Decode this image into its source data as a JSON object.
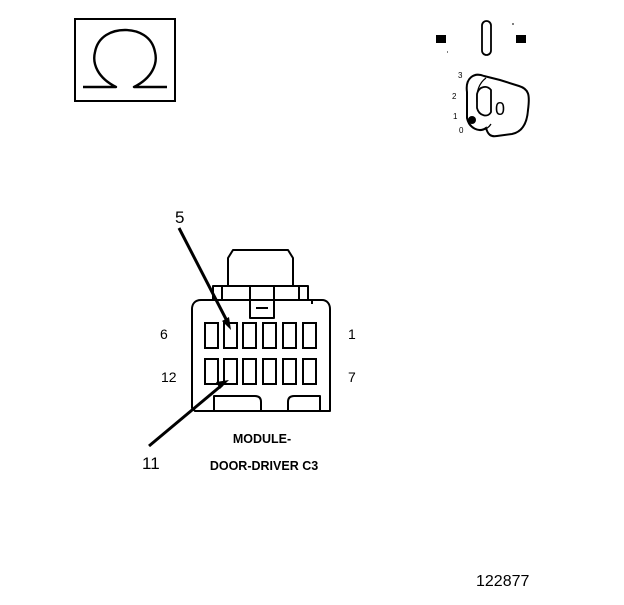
{
  "ohm_symbol": "Ω",
  "switch_positions": [
    "3",
    "2",
    "1",
    "0"
  ],
  "key_label": "0",
  "callouts": {
    "top": "5",
    "bottom": "11"
  },
  "pin_labels": {
    "top_left": "6",
    "top_right": "1",
    "bottom_left": "12",
    "bottom_right": "7"
  },
  "connector_name_line1": "MODULE-",
  "connector_name_line2": "DOOR-DRIVER C3",
  "figure_number": "122877",
  "icons": [
    "ohmmeter-icon",
    "ignition-key-switch-icon"
  ]
}
